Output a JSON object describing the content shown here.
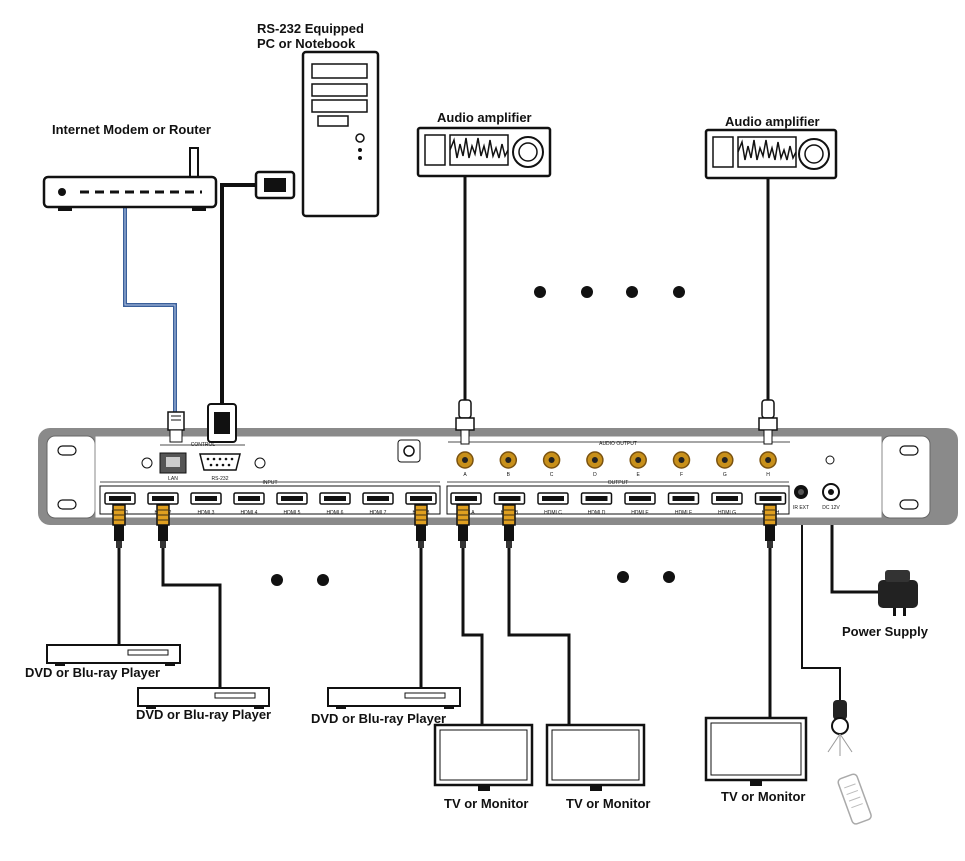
{
  "labels": {
    "pc": [
      "RS-232 Equipped",
      "PC or Notebook"
    ],
    "router": "Internet Modem or Router",
    "amp_left": "Audio amplifier",
    "amp_right": "Audio amplifier",
    "dvd1": "DVD or Blu-ray Player",
    "dvd2": "DVD or Blu-ray Player",
    "dvd3": "DVD or Blu-ray Player",
    "tv1": "TV or Monitor",
    "tv2": "TV or Monitor",
    "tv3": "TV or Monitor",
    "power": "Power Supply"
  },
  "panel": {
    "control": "CONTROL",
    "lan": "LAN",
    "rs232": "RS-232",
    "input": "INPUT",
    "output": "OUTPUT",
    "audio_output": "AUDIO OUTPUT",
    "ir_ext": "IR EXT",
    "dc_in": "DC 12V",
    "hdmi_inputs": [
      "HDMI 1",
      "HDMI 2",
      "HDMI 3",
      "HDMI 4",
      "HDMI 5",
      "HDMI 6",
      "HDMI 7",
      "HDMI 8"
    ],
    "hdmi_outputs": [
      "HDMI A",
      "HDMI B",
      "HDMI C",
      "HDMI D",
      "HDMI E",
      "HDMI F",
      "HDMI G",
      "HDMI H"
    ],
    "audio_ports": [
      "A",
      "B",
      "C",
      "D",
      "E",
      "F",
      "G",
      "H"
    ]
  },
  "colors": {
    "lan_cable": "#3a5f9a",
    "chassis": "#8a8a8a",
    "audio_jack": "#c8901a",
    "hdmi_plug": "#e0a020"
  }
}
